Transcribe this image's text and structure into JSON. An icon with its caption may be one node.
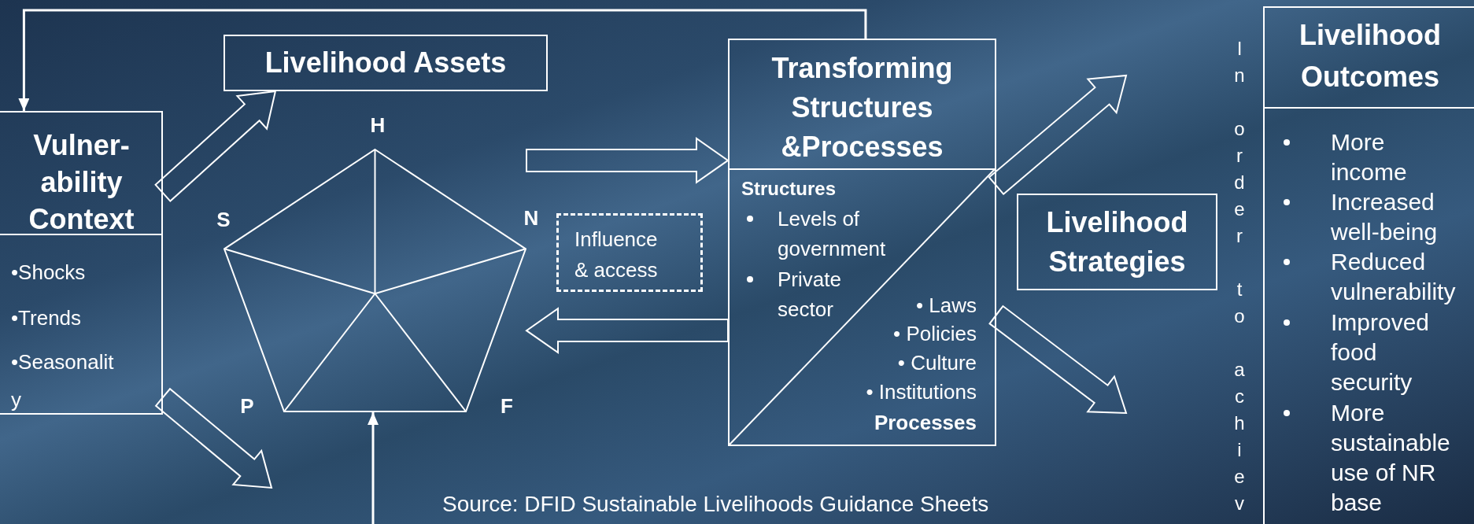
{
  "diagram": {
    "nodes": [
      {
        "text": [
          "Vulner- ability Context",
          "•Shocks",
          "•Trends",
          "•Seasonalit y"
        ]
      },
      {
        "text": [
          "Livelihood Assets"
        ]
      },
      {
        "text": [],
        "shape": "pentagon",
        "beside": [
          "H",
          "S",
          "N",
          "P",
          "F"
        ]
      },
      {
        "text": [
          "Influence & access"
        ]
      },
      {
        "text": [
          "Transforming Structures &Processes",
          "Structures",
          "Levels of government",
          "Private sector",
          "• Laws",
          "• Policies",
          "• Culture",
          "• Institutions",
          "Processes"
        ]
      },
      {
        "text": [
          "Livelihood Strategies"
        ]
      },
      {
        "text": [
          "Livelihood Outcomes",
          "More income",
          "Increased well-being",
          "Reduced vulnerability",
          "Improved food security",
          "More sustainable use of NR base"
        ]
      }
    ],
    "edges": [
      {
        "from": 0,
        "to": 1,
        "arrow": "to"
      },
      {
        "from": 0,
        "to": null,
        "arrow": "to"
      },
      {
        "from": null,
        "to": 2,
        "arrow": "to"
      },
      {
        "from": 2,
        "to": 4,
        "arrow": "to"
      },
      {
        "from": 4,
        "to": 2,
        "arrow": "to"
      },
      {
        "from": 4,
        "to": 0,
        "arrow": "to"
      },
      {
        "from": 4,
        "to": null,
        "arrow": "to"
      },
      {
        "from": 4,
        "to": null,
        "arrow": "to"
      }
    ],
    "labels": [
      "In order to achiev",
      "Source: DFID Sustainable Livelihoods Guidance Sheets"
    ]
  }
}
